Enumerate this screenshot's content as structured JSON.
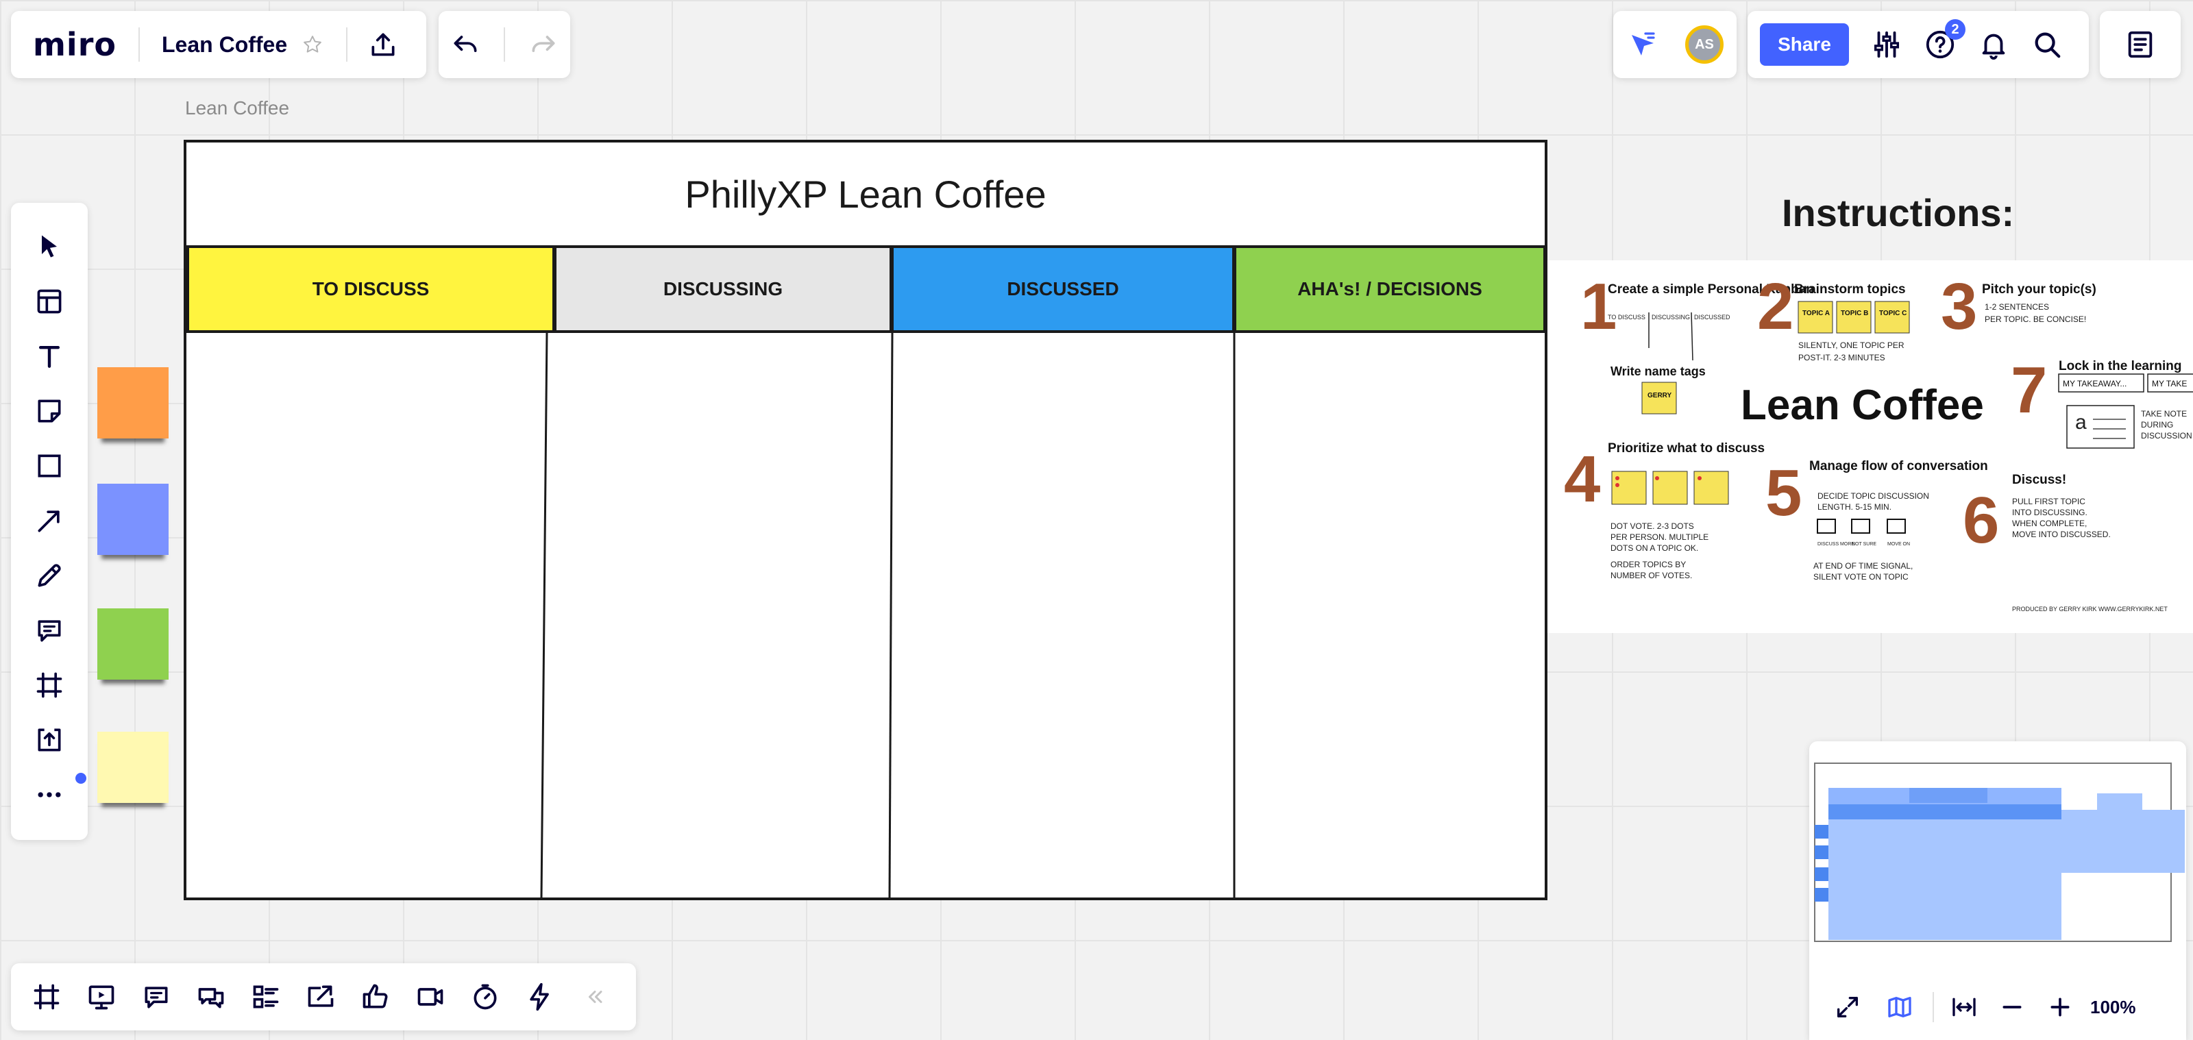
{
  "app": {
    "logo": "miro",
    "board_name": "Lean Coffee"
  },
  "collab": {
    "avatar_initials": "AS"
  },
  "toolbar": {
    "share_label": "Share",
    "help_badge": "2"
  },
  "frame": {
    "label": "Lean Coffee"
  },
  "board": {
    "title": "PhillyXP Lean Coffee",
    "columns": [
      {
        "label": "TO DISCUSS",
        "color": "#fff43f"
      },
      {
        "label": "DISCUSSING",
        "color": "#e6e6e6"
      },
      {
        "label": "DISCUSSED",
        "color": "#2d9bf0"
      },
      {
        "label": "AHA's! / DECISIONS",
        "color": "#8fd14f"
      }
    ]
  },
  "stickies": [
    {
      "color": "#ff9d48"
    },
    {
      "color": "#7b92ff"
    },
    {
      "color": "#8fd14f"
    },
    {
      "color": "#fff9b1"
    }
  ],
  "instructions": {
    "title": "Instructions:",
    "center_title": "Lean Coffee",
    "steps": [
      {
        "num": "1",
        "heading": "Create a simple Personal Kanban",
        "lines": [
          "TO DISCUSS",
          "DISCUSSING",
          "DISCUSSED"
        ]
      },
      {
        "num": "2",
        "heading": "Brainstorm topics",
        "topics": [
          "TOPIC A",
          "TOPIC B",
          "TOPIC C"
        ],
        "lines": [
          "SILENTLY, ONE TOPIC PER",
          "POST-IT. 2-3 MINUTES"
        ]
      },
      {
        "num": "3",
        "heading": "Pitch your topic(s)",
        "lines": [
          "1-2 SENTENCES",
          "PER TOPIC. BE CONCISE!"
        ]
      },
      {
        "num": "",
        "heading": "Write name tags",
        "tag": "GERRY"
      },
      {
        "num": "7",
        "heading": "Lock in the learning",
        "lines": [
          "MY TAKEAWAY...",
          "MY TAKE",
          "TAKE NOTE",
          "DURING",
          "DISCUSSION"
        ]
      },
      {
        "num": "4",
        "heading": "Prioritize what to discuss",
        "lines": [
          "DOT VOTE. 2-3 DOTS",
          "PER PERSON. MULTIPLE",
          "DOTS ON A TOPIC OK.",
          "ORDER TOPICS BY",
          "NUMBER OF VOTES."
        ]
      },
      {
        "num": "5",
        "heading": "Manage flow of conversation",
        "lines": [
          "DECIDE TOPIC DISCUSSION",
          "LENGTH. 5-15 MIN.",
          "AT END OF TIME SIGNAL,",
          "SILENT VOTE ON TOPIC"
        ],
        "votes": [
          "DISCUSS MORE",
          "NOT SURE",
          "MOVE ON"
        ]
      },
      {
        "num": "6",
        "heading": "Discuss!",
        "lines": [
          "PULL FIRST TOPIC",
          "INTO DISCUSSING.",
          "WHEN COMPLETE,",
          "MOVE INTO DISCUSSED."
        ]
      }
    ],
    "credit": "PRODUCED BY GERRY KIRK WWW.GERRYKIRK.NET"
  },
  "zoom": {
    "level": "100%"
  }
}
